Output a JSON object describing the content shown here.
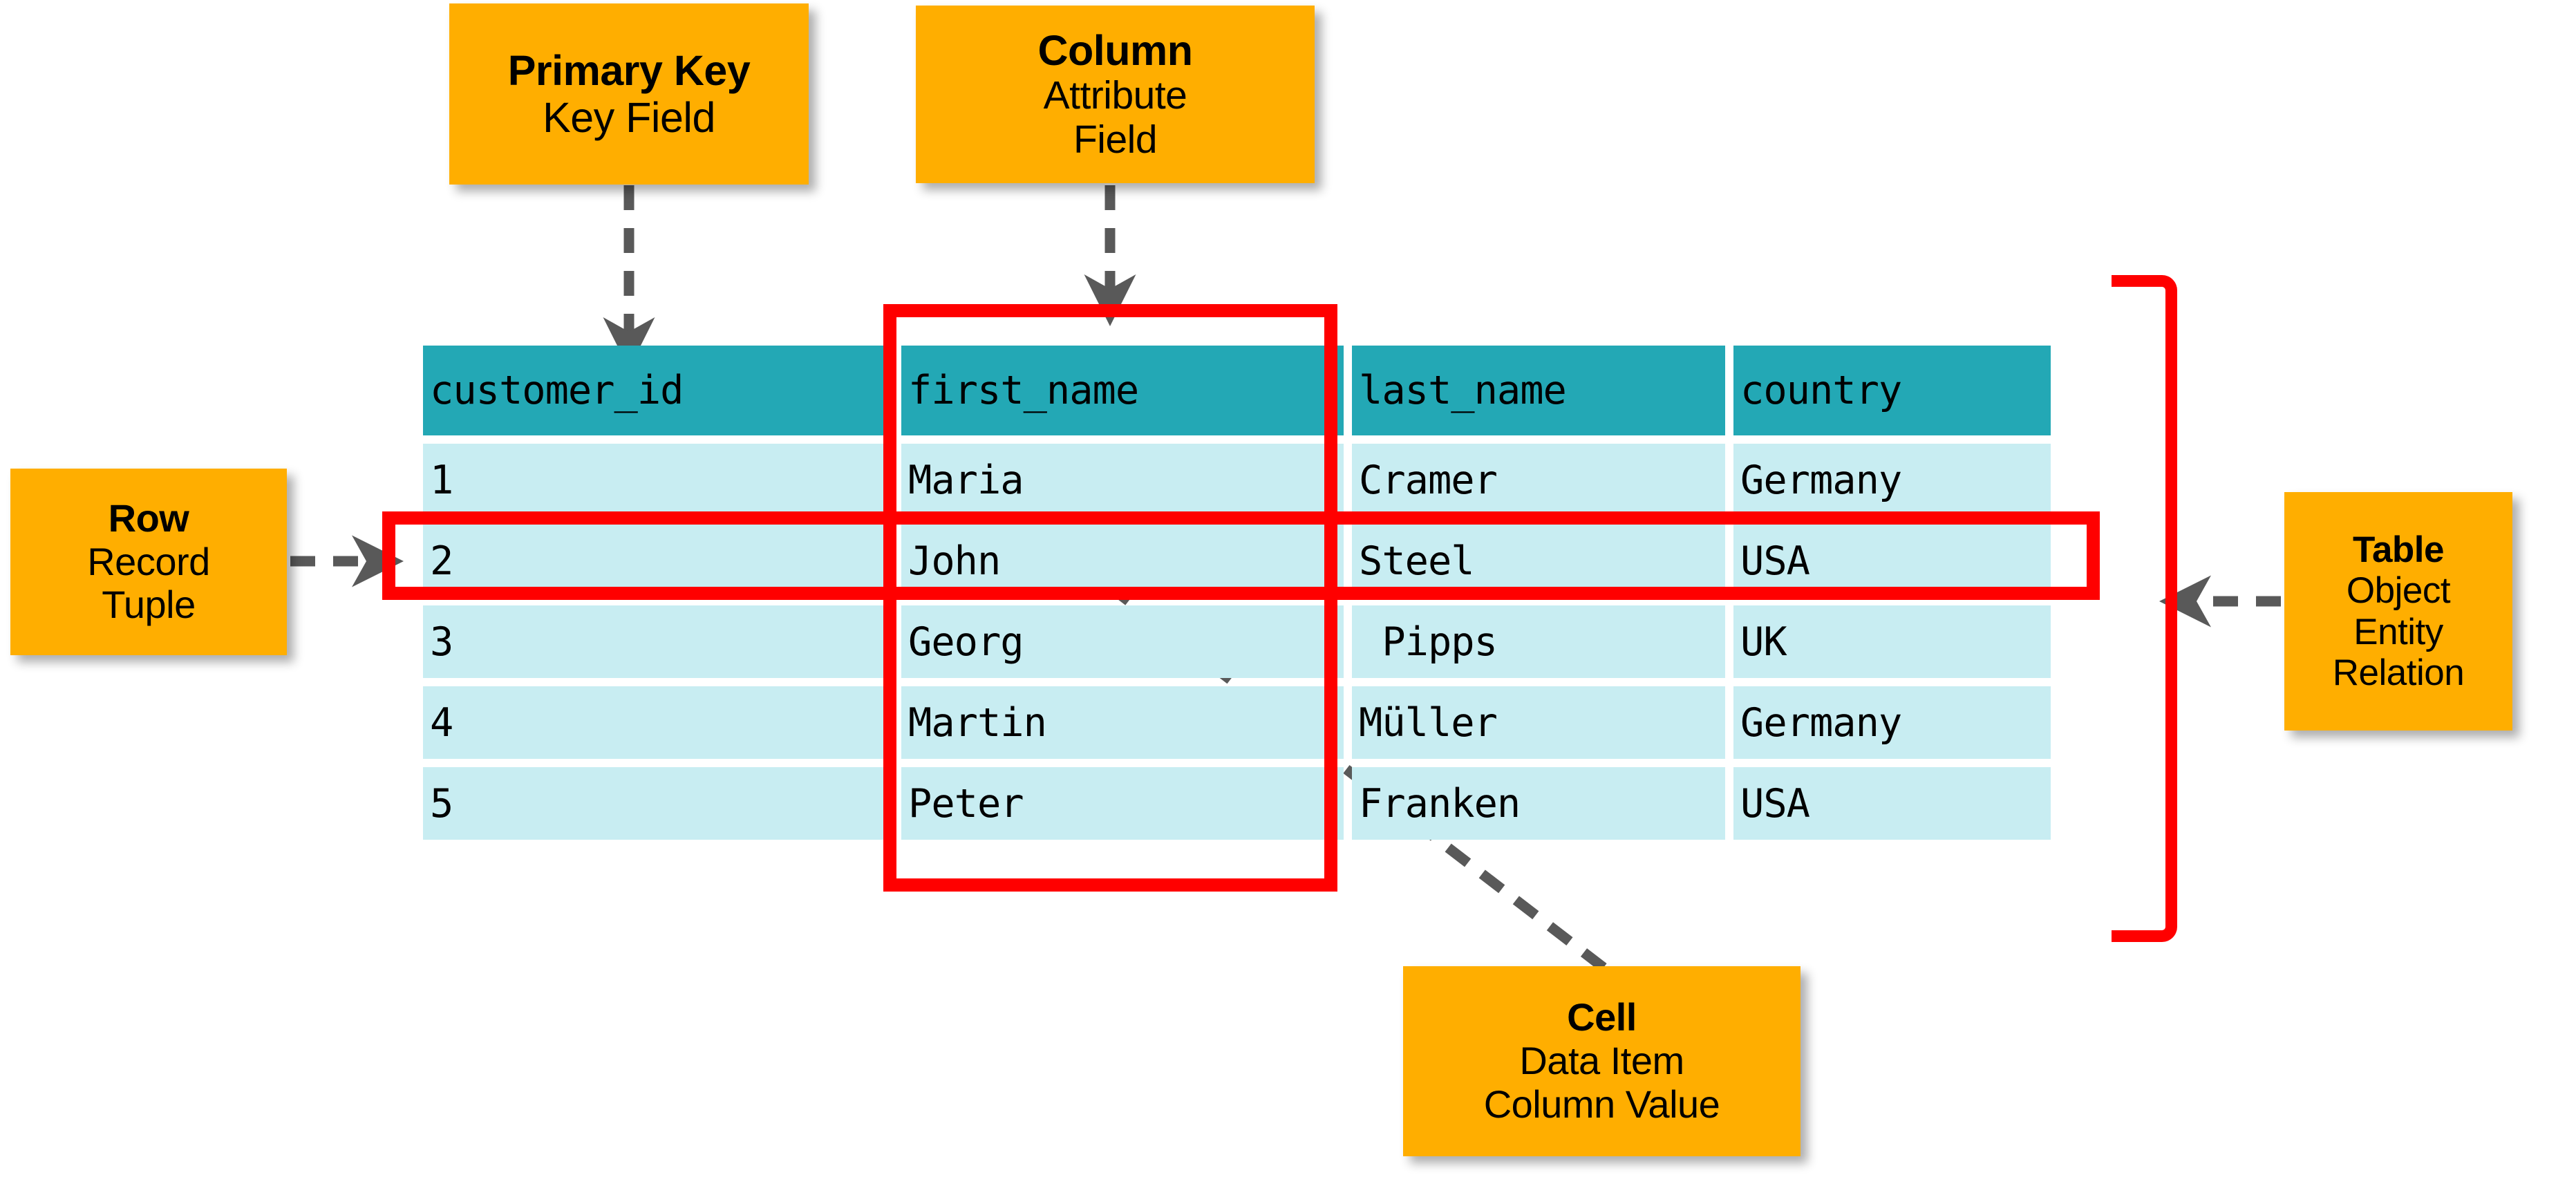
{
  "diagram": {
    "title": "Relational database table terminology diagram",
    "colors": {
      "callout_fill": "#FFAE00",
      "header_fill": "#23A8B5",
      "body_fill": "#C8EDF2",
      "highlight": "#FF0000",
      "connector": "#595959",
      "text": "#000000",
      "background": "#FFFFFF"
    }
  },
  "callouts": {
    "primary_key": {
      "title": "Primary Key",
      "lines": [
        "Key Field"
      ]
    },
    "column": {
      "title": "Column",
      "lines": [
        "Attribute",
        "Field"
      ]
    },
    "row": {
      "title": "Row",
      "lines": [
        "Record",
        "Tuple"
      ]
    },
    "table": {
      "title": "Table",
      "lines": [
        "Object",
        "Entity",
        "Relation"
      ]
    },
    "cell": {
      "title": "Cell",
      "lines": [
        "Data Item",
        "Column Value"
      ]
    }
  },
  "table": {
    "columns": [
      "customer_id",
      "first_name",
      "last_name",
      "country"
    ],
    "rows": [
      [
        "1",
        "Maria",
        "Cramer",
        "Germany"
      ],
      [
        "2",
        "John",
        "Steel",
        "USA"
      ],
      [
        "3",
        "Georg",
        " Pipps",
        "UK"
      ],
      [
        "4",
        "Martin",
        "Müller",
        "Germany"
      ],
      [
        "5",
        "Peter",
        "Franken",
        "USA"
      ]
    ]
  },
  "highlights": {
    "column_outline_target": "first_name",
    "row_outline_target": "2",
    "table_bracket_target": "whole-table",
    "cell_arrow_target": "John"
  }
}
